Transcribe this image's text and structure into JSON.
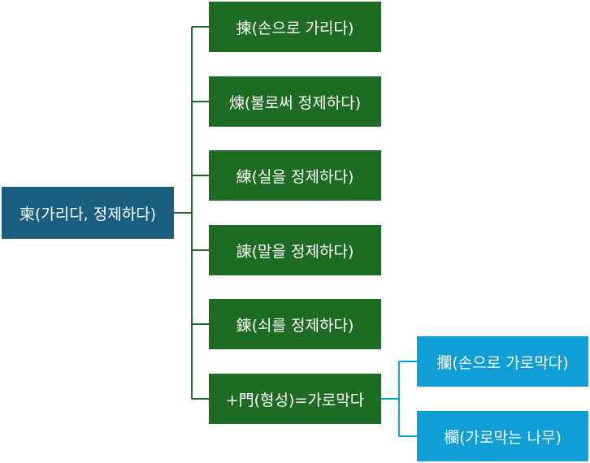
{
  "diagram": {
    "root": {
      "label": "柬(가리다, 정제하다)"
    },
    "children": [
      {
        "label": "揀(손으로 가리다)"
      },
      {
        "label": "煉(불로써 정제하다)"
      },
      {
        "label": "練(실을 정제하다)"
      },
      {
        "label": "諫(말을 정제하다)"
      },
      {
        "label": "鍊(쇠를 정제하다)"
      },
      {
        "label": "+門(형성)=가로막다"
      }
    ],
    "grandchildren": [
      {
        "label": "攔(손으로 가로막다)"
      },
      {
        "label": "欄(가로막는 나무)"
      }
    ]
  },
  "colors": {
    "root": "#1b5e80",
    "level1": "#1e6b23",
    "level2": "#0f9ed6",
    "line_green": "#1e6b23",
    "line_blue": "#0f9ed6"
  }
}
